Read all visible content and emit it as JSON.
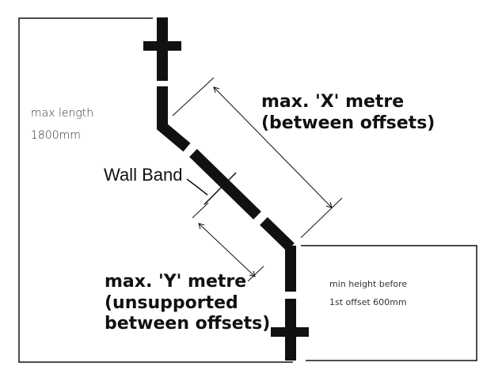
{
  "labels": {
    "max_length": "max length",
    "max_length_value": "1800mm",
    "wall_band": "Wall Band",
    "x_line1": "max. 'X' metre",
    "x_line2": "(between offsets)",
    "y_line1": "max. 'Y' metre",
    "y_line2": "(unsupported",
    "y_line3": "between offsets)",
    "min_height_line1": "min height before",
    "min_height_line2": "1st offset 600mm"
  },
  "colors": {
    "ink": "#111111",
    "text": "#333333",
    "background": "#ffffff"
  }
}
